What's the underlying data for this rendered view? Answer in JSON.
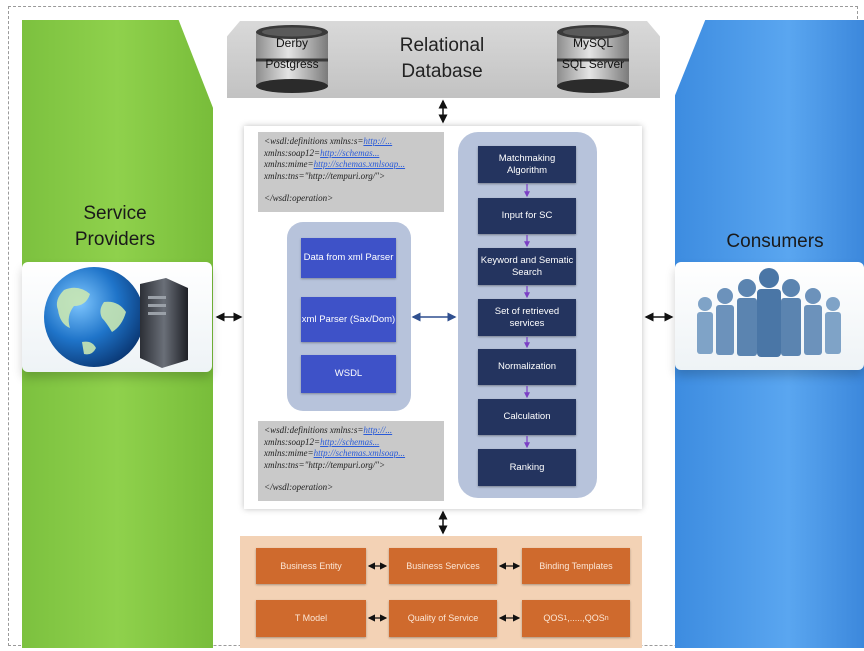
{
  "providers": {
    "title_line1": "Service",
    "title_line2": "Providers"
  },
  "consumers": {
    "title": "Consumers"
  },
  "database": {
    "title_line1": "Relational",
    "title_line2": "Database",
    "left_cylinder": [
      "Derby",
      "Postgress"
    ],
    "right_cylinder": [
      "MySQL",
      "SQL Server"
    ]
  },
  "code_top": {
    "lines": [
      {
        "pre": "<wsdl:definitions xmlns:s=",
        "link": "http://..."
      },
      {
        "pre": "xmlns:soap12=",
        "link": "http://schemas..."
      },
      {
        "pre": "xmlns:mime=",
        "link": "http://schemas.xmlsoap..."
      },
      {
        "pre": "xmlns:tns=\"http://tempuri.org/\">",
        "link": ""
      },
      {
        "pre": "",
        "link": ""
      },
      {
        "pre": "</wsdl:operation>",
        "link": ""
      }
    ]
  },
  "code_bottom": {
    "lines": [
      {
        "pre": "<wsdl:definitions xmlns:s=",
        "link": "http://..."
      },
      {
        "pre": "xmlns:soap12=",
        "link": "http://schemas..."
      },
      {
        "pre": "xmlns:mime=",
        "link": "http://schemas.xmlsoap..."
      },
      {
        "pre": "xmlns:tns=\"http://tempuri.org/\">",
        "link": ""
      },
      {
        "pre": "",
        "link": ""
      },
      {
        "pre": "</wsdl:operation>",
        "link": ""
      }
    ]
  },
  "parser_steps": [
    "Data from xml Parser",
    "xml Parser (Sax/Dom)",
    "WSDL"
  ],
  "engine_steps": [
    "Matchmaking Algorithm",
    "Input for SC",
    "Keyword and Sematic Search",
    "Set of retrieved services",
    "Normalization",
    "Calculation",
    "Ranking"
  ],
  "uddi": {
    "row1": [
      "Business Entity",
      "Business Services",
      "Binding Templates"
    ],
    "row2": [
      "T Model",
      "Quality of Service"
    ],
    "qos_base": "QOS",
    "qos_sub1": "1",
    "qos_mid": ",.....,",
    "qos_base2": "QOS",
    "qos_sub2": "n"
  },
  "colors": {
    "green_panel": "#8fd14c",
    "blue_panel": "#5aa6f0",
    "parser_blue": "#3e52c8",
    "engine_navy": "#24345f",
    "uddi_orange": "#cf6a2d",
    "arrow_purple": "#7b3fc4"
  }
}
